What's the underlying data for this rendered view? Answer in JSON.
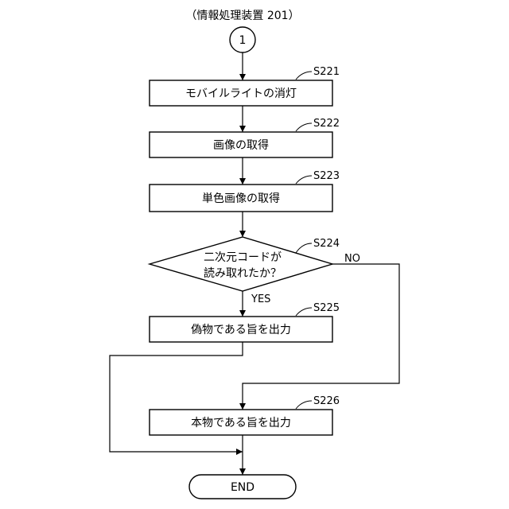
{
  "title": "（情報処理装置 201）",
  "connector": {
    "label": "1"
  },
  "steps": [
    {
      "id": "S221",
      "label": "モバイルライトの消灯"
    },
    {
      "id": "S222",
      "label": "画像の取得"
    },
    {
      "id": "S223",
      "label": "単色画像の取得"
    },
    {
      "id": "S224",
      "label_line1": "二次元コードが",
      "label_line2": "読み取れたか？"
    },
    {
      "id": "S225",
      "label": "偽物である旨を出力"
    },
    {
      "id": "S226",
      "label": "本物である旨を出力"
    }
  ],
  "branches": {
    "yes": "YES",
    "no": "NO"
  },
  "end": {
    "label": "END"
  }
}
